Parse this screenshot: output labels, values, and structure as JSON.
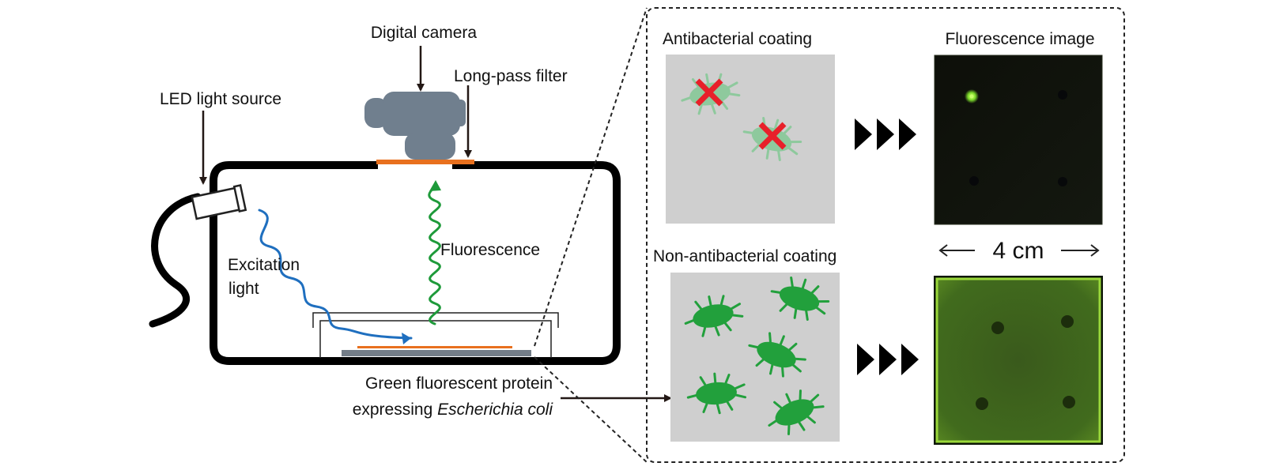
{
  "labels": {
    "digital_camera": "Digital camera",
    "long_pass_filter": "Long-pass filter",
    "led_light_source": "LED light source",
    "excitation_light_line1": "Excitation",
    "excitation_light_line2": "light",
    "fluorescence": "Fluorescence",
    "gfp_line1": "Green fluorescent protein",
    "gfp_line2_prefix": "expressing ",
    "gfp_line2_species": "Escherichia coli",
    "antibacterial_coating": "Antibacterial coating",
    "fluorescence_image": "Fluorescence image",
    "non_antibacterial_coating": "Non-antibacterial coating",
    "scale": "4 cm"
  },
  "colors": {
    "excitation": "#1f6fbf",
    "fluorescence": "#1e9a3a",
    "filter": "#e8701e",
    "camera": "#707f8e",
    "bacteria": "#22a03c",
    "cross": "#e8202a",
    "sample_panel": "#cfcfcf"
  }
}
